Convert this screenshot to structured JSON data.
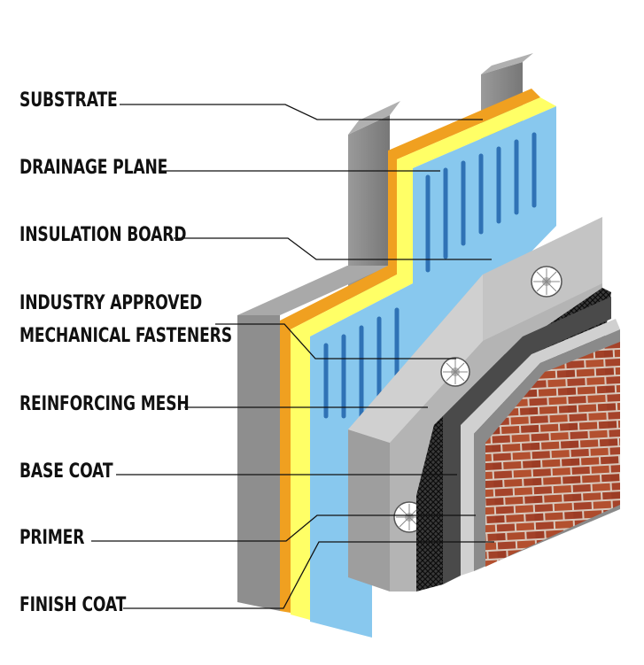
{
  "labels": {
    "substrate": "SUBSTRATE",
    "drainage_plane": "DRAINAGE PLANE",
    "insulation_board": "INSULATION BOARD",
    "fasteners_line1": "INDUSTRY APPROVED",
    "fasteners_line2": "MECHANICAL FASTENERS",
    "reinforcing_mesh": "REINFORCING MESH",
    "base_coat": "BASE COAT",
    "primer": "PRIMER",
    "finish_coat": "FINISH COAT"
  },
  "colors": {
    "substrate": "#ffff66",
    "drainage_plane": "#88c8ee",
    "drainage_groove": "#2f72b5",
    "insulation": "#b8b8b8",
    "steel_stud": "#8c8c8c",
    "membrane_edge": "#f0a020",
    "brick": "#a5432a",
    "mortar": "#d8c8bc",
    "mesh": "#222222"
  }
}
